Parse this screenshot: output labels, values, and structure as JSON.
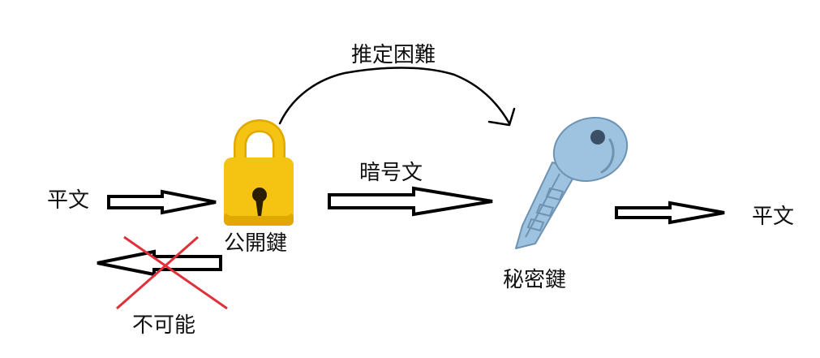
{
  "labels": {
    "plaintext_left": "平文",
    "public_key": "公開鍵",
    "ciphertext": "暗号文",
    "hard_to_infer": "推定困難",
    "private_key": "秘密鍵",
    "plaintext_right": "平文",
    "impossible": "不可能"
  },
  "icons": {
    "padlock": "padlock-icon",
    "key": "key-icon",
    "cross": "cross-mark-icon"
  },
  "colors": {
    "lock_body": "#f5c312",
    "lock_shadow": "#e0a800",
    "key_fill": "#9ec3e0",
    "key_dark": "#6e92b2",
    "cross": "#e0303a",
    "arrow_stroke": "#000000"
  }
}
